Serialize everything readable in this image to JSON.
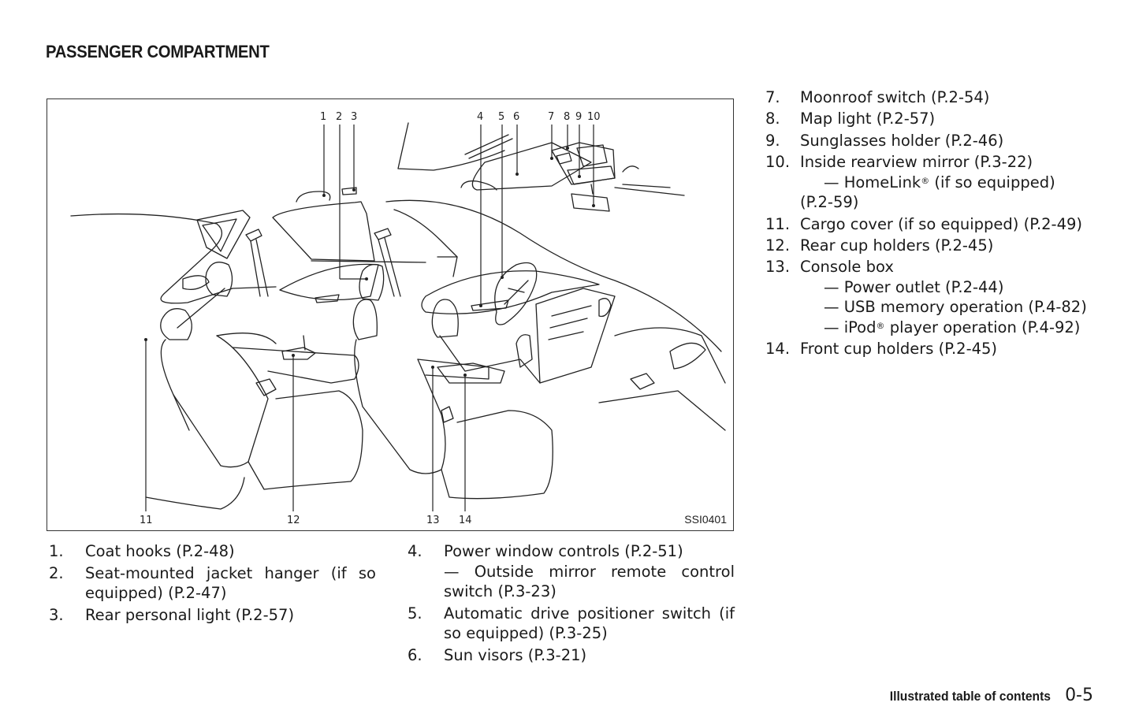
{
  "page": {
    "section_title": "PASSENGER COMPARTMENT",
    "footer": {
      "label": "Illustrated table of contents",
      "page_number": "0-5"
    }
  },
  "figure": {
    "code": "SSI0401",
    "callouts_top": [
      "1",
      "2",
      "3",
      "4",
      "5",
      "6",
      "7",
      "8",
      "9",
      "10"
    ],
    "callouts_bottom": [
      "11",
      "12",
      "13",
      "14"
    ]
  },
  "legend": {
    "left": [
      {
        "num": "1.",
        "text": "Coat hooks (P.2-48)"
      },
      {
        "num": "2.",
        "text": "Seat-mounted jacket hanger (if so",
        "cont": "equipped) (P.2-47)"
      },
      {
        "num": "3.",
        "text": "Rear personal light (P.2-57)"
      }
    ],
    "middle": [
      {
        "num": "4.",
        "text": "Power window controls (P.2-51)",
        "sub1": "— Outside mirror remote control",
        "sub1_cont": "switch (P.3-23)"
      },
      {
        "num": "5.",
        "text": "Automatic drive positioner switch (if",
        "cont": "so equipped) (P.3-25)"
      },
      {
        "num": "6.",
        "text": "Sun visors (P.3-21)"
      }
    ],
    "right": [
      {
        "num": "7.",
        "text": "Moonroof switch (P.2-54)"
      },
      {
        "num": "8.",
        "text": "Map light (P.2-57)"
      },
      {
        "num": "9.",
        "text": "Sunglasses holder (P.2-46)"
      },
      {
        "num": "10.",
        "text": "Inside rearview mirror (P.3-22)",
        "sub_pre": "— HomeLink",
        "sub_reg": "®",
        "sub_post": " (if so equipped)",
        "sub_cont": "(P.2-59)"
      },
      {
        "num": "11.",
        "text": "Cargo cover (if so equipped) (P.2-49)"
      },
      {
        "num": "12.",
        "text": "Rear cup holders (P.2-45)"
      },
      {
        "num": "13.",
        "text": "Console box",
        "subs": [
          "— Power outlet (P.2-44)",
          "— USB memory operation (P.4-82)"
        ],
        "ipod_pre": "— iPod",
        "ipod_reg": "®",
        "ipod_post": " player operation (P.4-92)"
      },
      {
        "num": "14.",
        "text": "Front cup holders (P.2-45)"
      }
    ]
  }
}
